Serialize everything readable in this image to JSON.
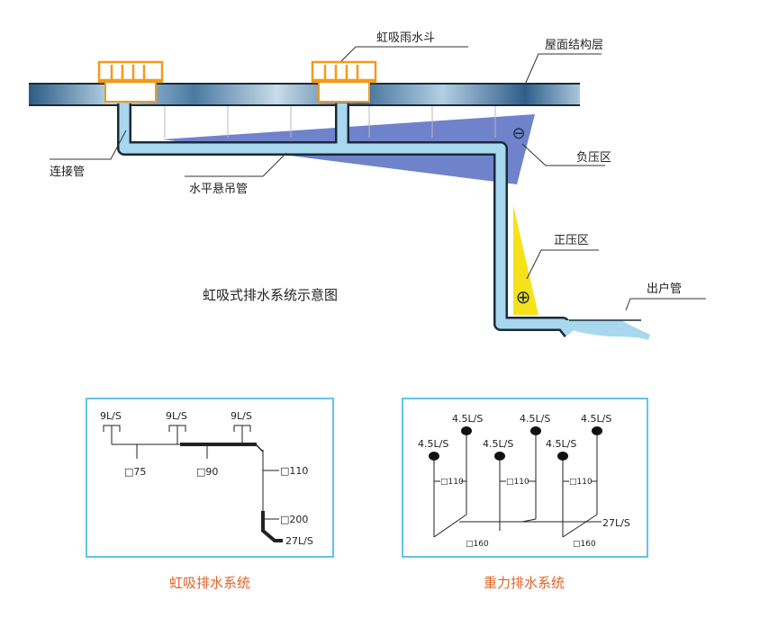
{
  "colors": {
    "roof_dark": "#1f4d73",
    "roof_light": "#a9c8de",
    "pipe_fill": "#a8d8ee",
    "pipe_edge": "#1a2a3a",
    "funnel": "#f29a1c",
    "negative_zone": "#5f74c4",
    "positive_zone": "#f5e21a",
    "panel_border": "#62c4ec",
    "caption": "#e0622a"
  },
  "main_diagram": {
    "labels": {
      "funnel": "虹吸雨水斗",
      "roof": "屋面结构层",
      "connector": "连接管",
      "horizontal": "水平悬吊管",
      "negative": "负压区",
      "positive": "正压区",
      "outlet": "出户管"
    },
    "title": "虹吸式排水系统示意图",
    "negative_symbol": "⊖",
    "positive_symbol": "⊕"
  },
  "siphon_panel": {
    "flows": [
      "9L/S",
      "9L/S",
      "9L/S"
    ],
    "sizes": [
      "□75",
      "□90",
      "□110",
      "□200"
    ],
    "total": "27L/S",
    "caption": "虹吸排水系统"
  },
  "gravity_panel": {
    "flows_upper": [
      "4.5L/S",
      "4.5L/S",
      "4.5L/S"
    ],
    "flows_lower": [
      "4.5L/S",
      "4.5L/S",
      "4.5L/S"
    ],
    "sizes_branch": [
      "□110",
      "□110",
      "□110"
    ],
    "sizes_main": [
      "□160",
      "□160"
    ],
    "total": "27L/S",
    "caption": "重力排水系统"
  }
}
